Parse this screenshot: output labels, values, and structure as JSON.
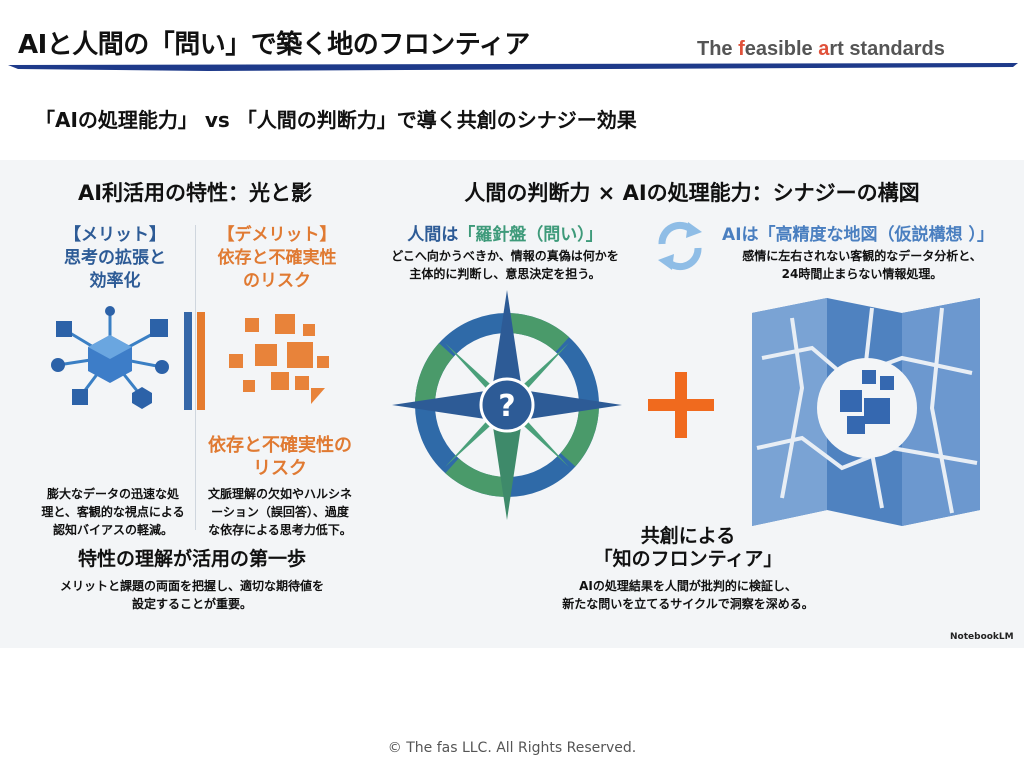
{
  "header": {
    "title": "AIと人間の「問い」で築く地のフロンティア",
    "brand": {
      "p1": "The ",
      "f": "f",
      "p2": "easible ",
      "a": "a",
      "p3": "rt standards"
    },
    "subtitle": "「AIの処理能力」 vs 「人間の判断力」で導く共創のシナジー効果"
  },
  "left": {
    "title": "AI利活用の特性：光と影",
    "merit": {
      "tag": "【メリット】",
      "line1": "思考の拡張と",
      "line2": "効率化",
      "desc": [
        "膨大なデータの迅速な処",
        "理と、客観的な視点による",
        "認知バイアスの軽減。"
      ]
    },
    "demerit": {
      "tag": "【デメリット】",
      "line1": "依存と不確実性",
      "line2": "のリスク",
      "heading1": "依存と不確実性の",
      "heading2": "リスク",
      "desc": [
        "文脈理解の欠如やハルシネ",
        "ーション（誤回答）、過度",
        "な依存による思考力低下。"
      ]
    },
    "summary": {
      "title": "特性の理解が活用の第一歩",
      "desc": [
        "メリットと課題の両面を把握し、適切な期待値を",
        "設定することが重要。"
      ]
    }
  },
  "right": {
    "title": "人間の判断力 × AIの処理能力：シナジーの構図",
    "human": {
      "prefix": "人間は",
      "highlight": "「羅針盤（問い）」",
      "desc": [
        "どこへ向かうべきか、情報の真偽は何かを",
        "主体的に判断し、意思決定を担う。"
      ]
    },
    "ai": {
      "text": "AIは「高精度な地図（仮説構想 ）」",
      "desc": [
        "感情に左右されない客観的なデータ分析と、",
        "24時間止まらない情報処理。"
      ]
    },
    "result": {
      "line1": "共創による",
      "line2": "「知のフロンティア」",
      "desc": [
        "AIの処理結果を人間が批判的に検証し、",
        "新たな問いを立てるサイクルで洞察を深める。"
      ]
    }
  },
  "watermark": "NotebookLM",
  "footer": "© The fas LLC. All Rights Reserved.",
  "colors": {
    "blue": "#2d5b96",
    "orange": "#e07a32",
    "green": "#3e9a7a",
    "brush": "#1e3a8a"
  }
}
